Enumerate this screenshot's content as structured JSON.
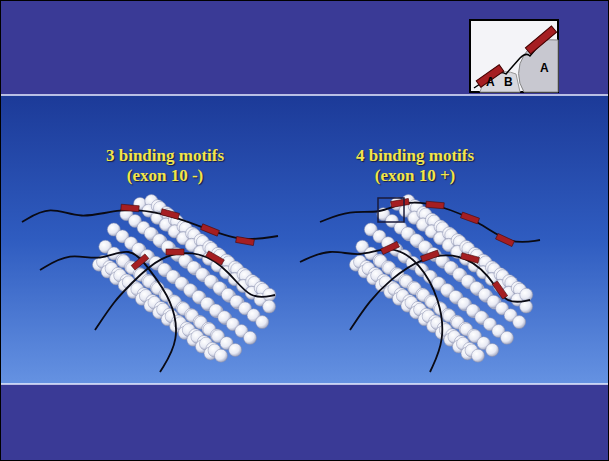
{
  "diagram": {
    "labels": [
      "3 binding motifs (exon 10 -)",
      "4 binding motifs (exon 10 +)",
      "A",
      "B",
      "A"
    ]
  }
}
